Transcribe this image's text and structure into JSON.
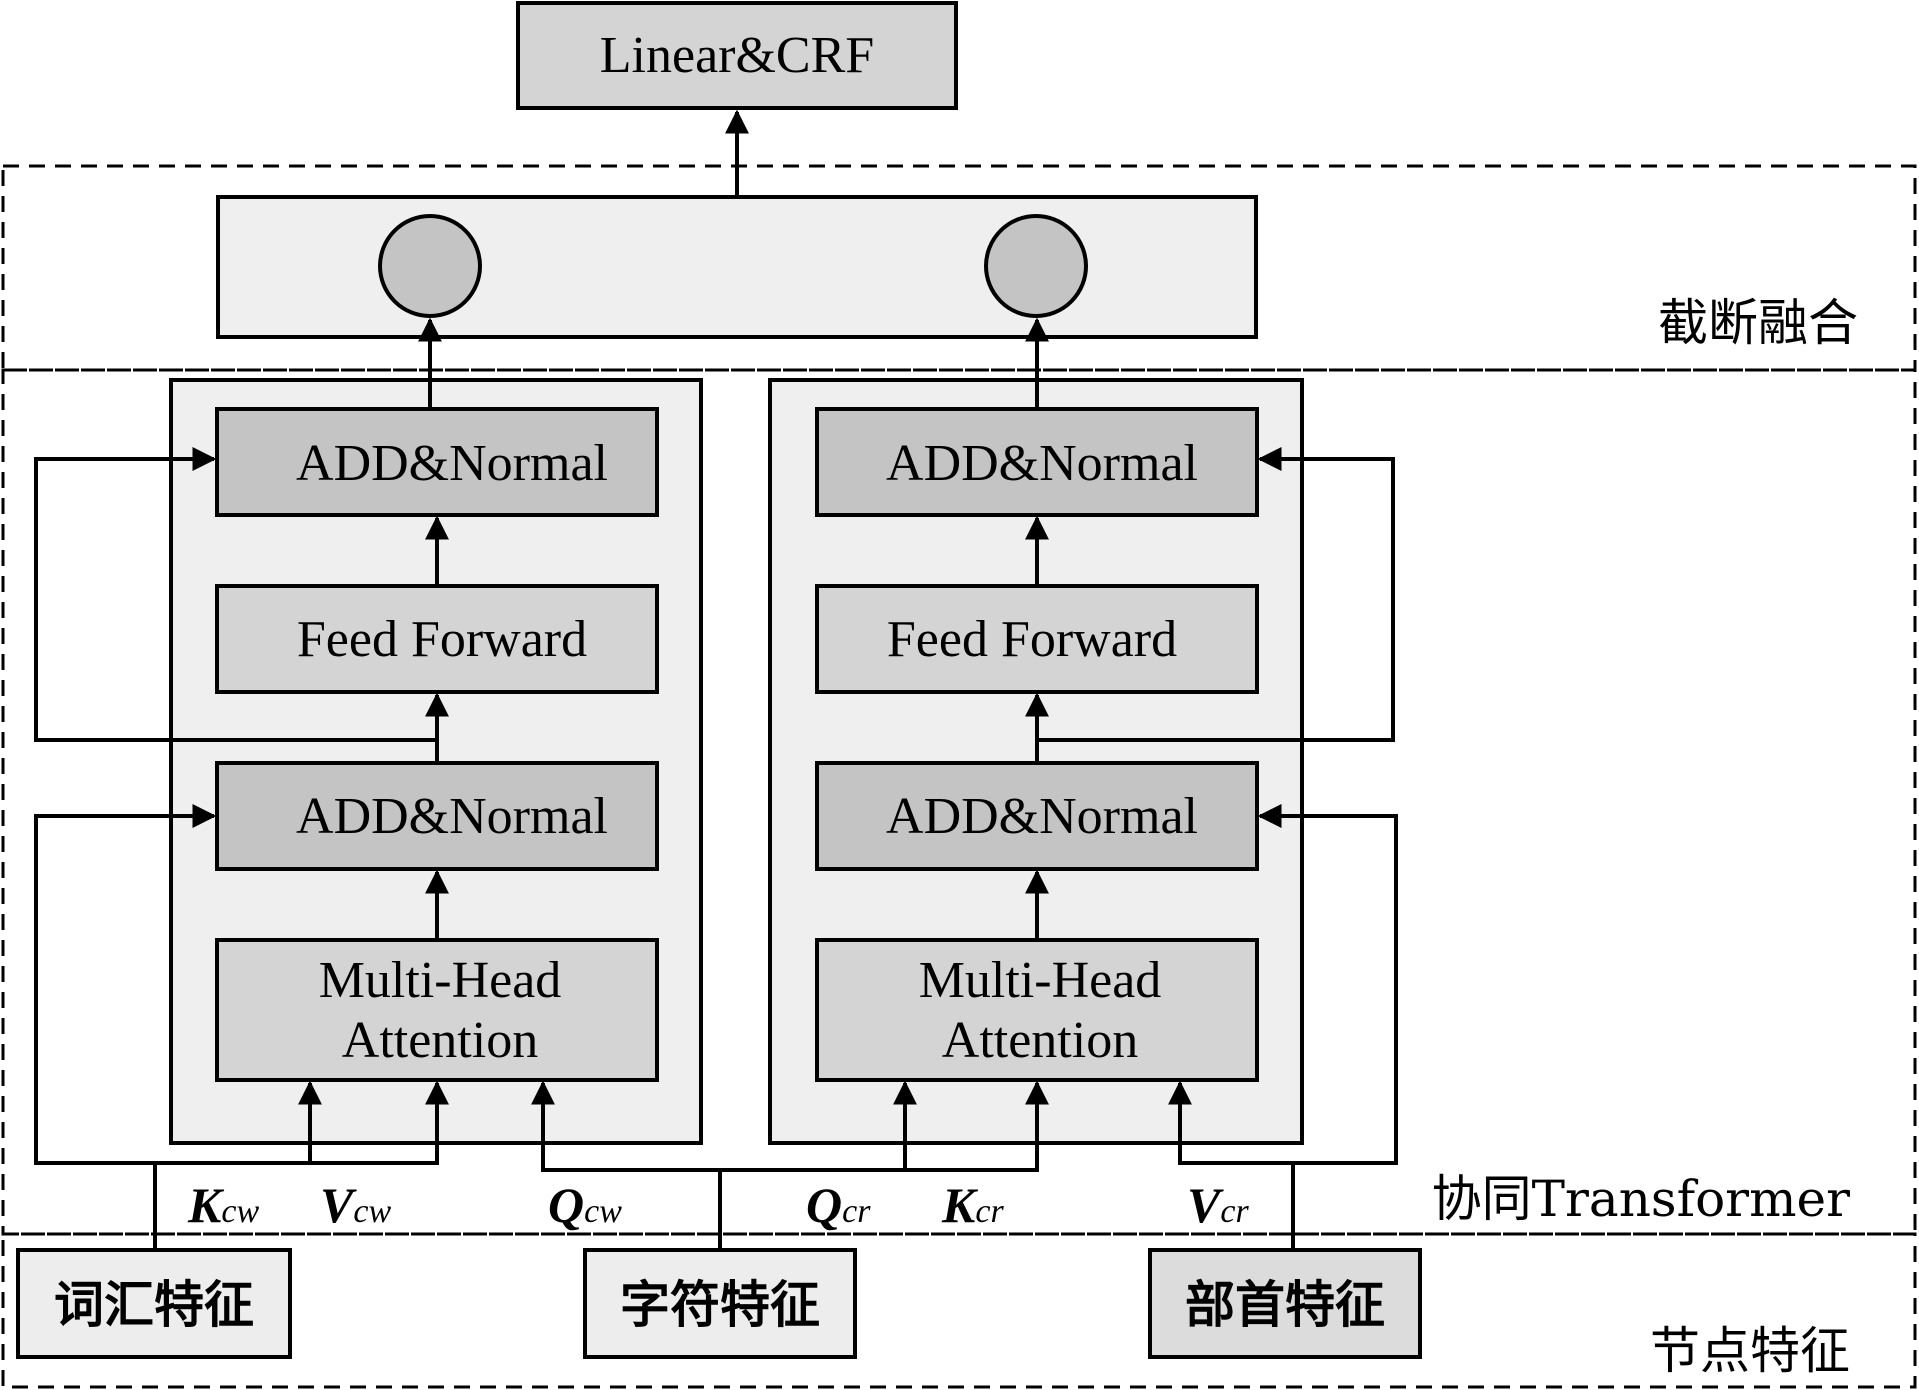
{
  "top": {
    "label": "Linear&CRF"
  },
  "regions": {
    "fusion": "截断融合",
    "transformer": "协同Transformer",
    "node": "节点特征"
  },
  "left_block": {
    "add_top": "ADD&Normal",
    "ff": "Feed Forward",
    "add_bottom": "ADD&Normal",
    "mha_line1": "Multi-Head",
    "mha_line2": "Attention"
  },
  "right_block": {
    "add_top": "ADD&Normal",
    "ff": "Feed Forward",
    "add_bottom": "ADD&Normal",
    "mha_line1": "Multi-Head",
    "mha_line2": "Attention"
  },
  "inputs": {
    "k_cw": {
      "main": "K",
      "sub": "cw"
    },
    "v_cw": {
      "main": "V",
      "sub": "cw"
    },
    "q_cw": {
      "main": "Q",
      "sub": "cw"
    },
    "q_cr": {
      "main": "Q",
      "sub": "cr"
    },
    "k_cr": {
      "main": "K",
      "sub": "cr"
    },
    "v_cr": {
      "main": "V",
      "sub": "cr"
    }
  },
  "features": {
    "word": "词汇特征",
    "char": "字符特征",
    "radical": "部首特征"
  },
  "colors": {
    "light_panel": "#efefef",
    "box_light": "#d4d4d4",
    "box_dark": "#c4c4c4",
    "circle": "#c4c4c4",
    "feature_light": "#ededed",
    "feature_dark": "#dcdcdc"
  }
}
